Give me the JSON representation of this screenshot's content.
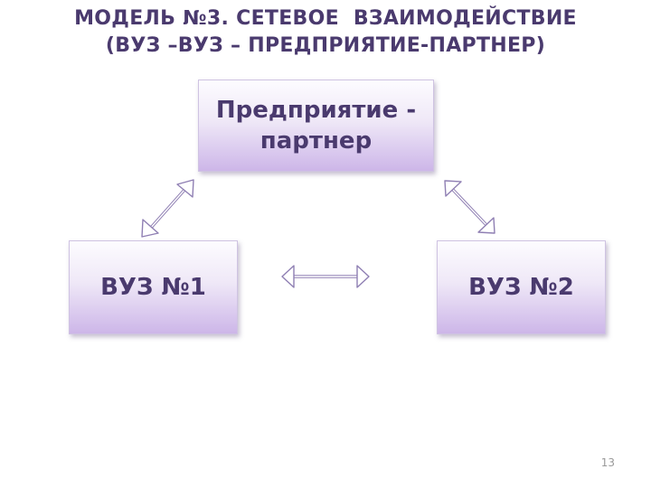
{
  "title": {
    "line1": "МОДЕЛЬ №3. СЕТЕВОЕ  ВЗАИМОДЕЙСТВИЕ",
    "line2": "(ВУЗ –ВУЗ – ПРЕДПРИЯТИЕ-ПАРТНЕР)"
  },
  "nodes": {
    "enterprise": "Предприятие -\nпартнер",
    "vuz1": "ВУЗ №1",
    "vuz2": "ВУЗ №2"
  },
  "page_number": "13",
  "colors": {
    "text": "#4a3a6e",
    "box_gradient_top": "#fdfcff",
    "box_gradient_bottom": "#cdb6e8",
    "arrow_fill": "#ffffff",
    "arrow_stroke": "#8f7fb3"
  }
}
